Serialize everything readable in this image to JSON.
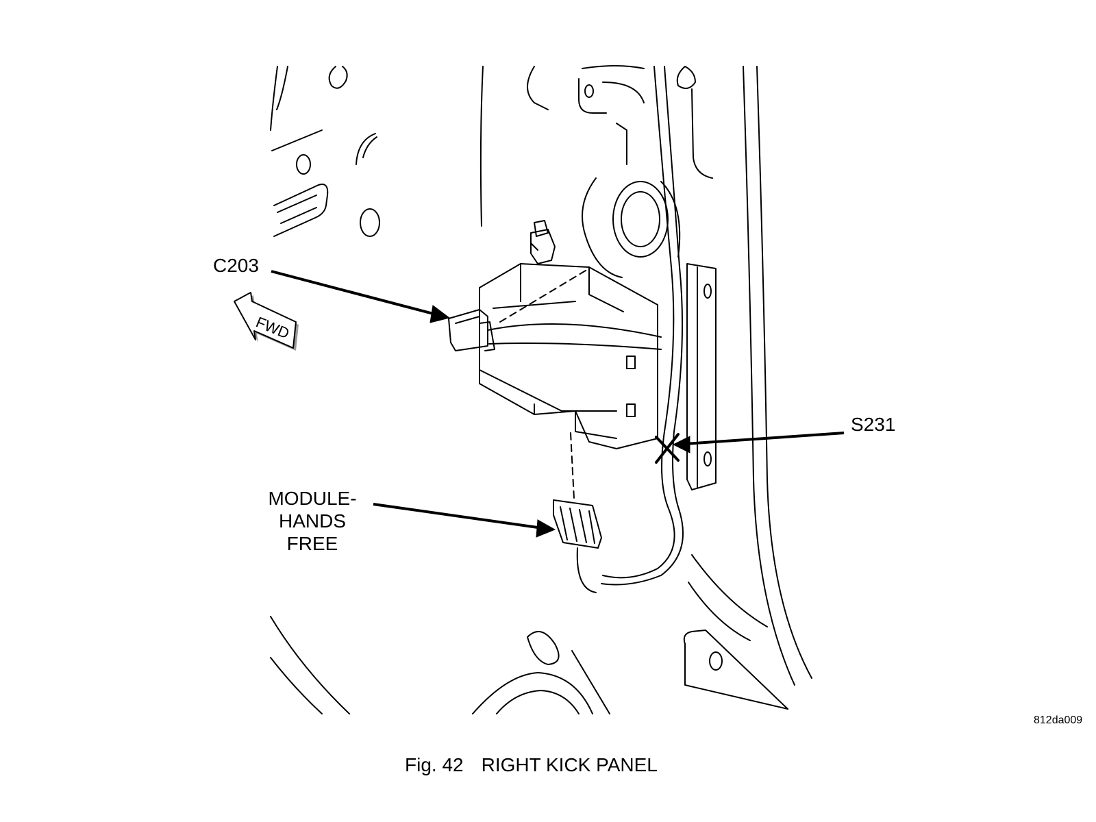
{
  "labels": {
    "c203": "C203",
    "s231": "S231",
    "module": [
      "MODULE-",
      "HANDS",
      "FREE"
    ],
    "fwd": "FWD"
  },
  "figure_id": "812da009",
  "caption": {
    "number": "Fig. 42",
    "title": "RIGHT KICK PANEL"
  }
}
